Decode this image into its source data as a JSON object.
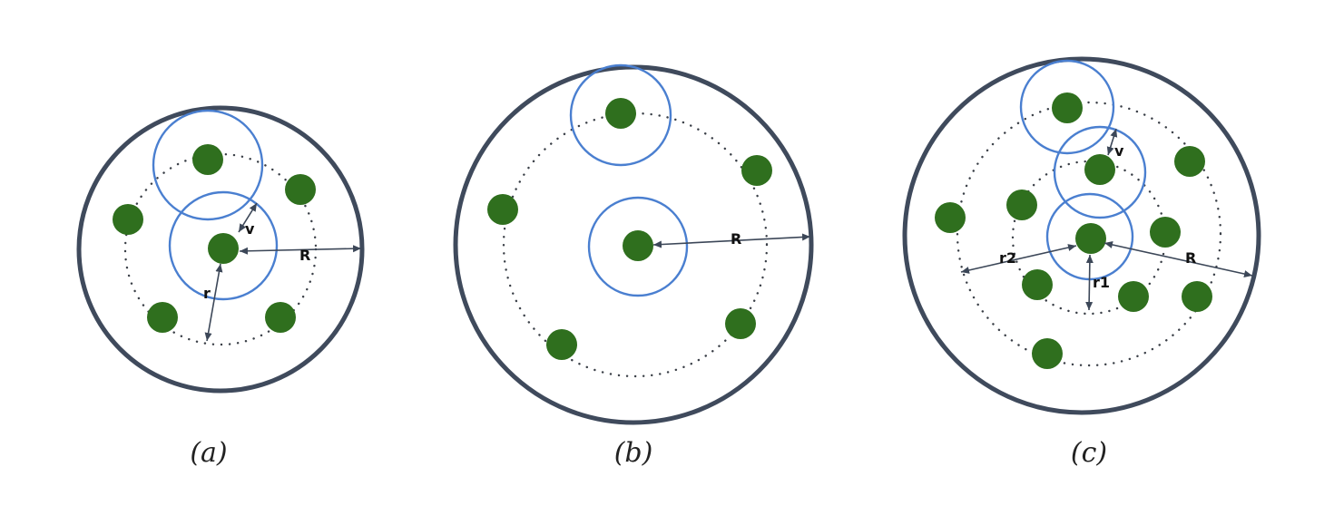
{
  "panels": [
    {
      "caption": "(a)",
      "labels": {
        "v": "v",
        "R": "R",
        "r": "r"
      }
    },
    {
      "caption": "(b)",
      "labels": {
        "R": "R"
      }
    },
    {
      "caption": "(c)",
      "labels": {
        "v": "v",
        "R": "R",
        "r1": "r1",
        "r2": "r2"
      }
    }
  ],
  "colors": {
    "node": "#2f6f1e",
    "range_circle": "#4a7fd0",
    "boundary": "#3f4a5c",
    "orbit": "#3a3f47"
  }
}
